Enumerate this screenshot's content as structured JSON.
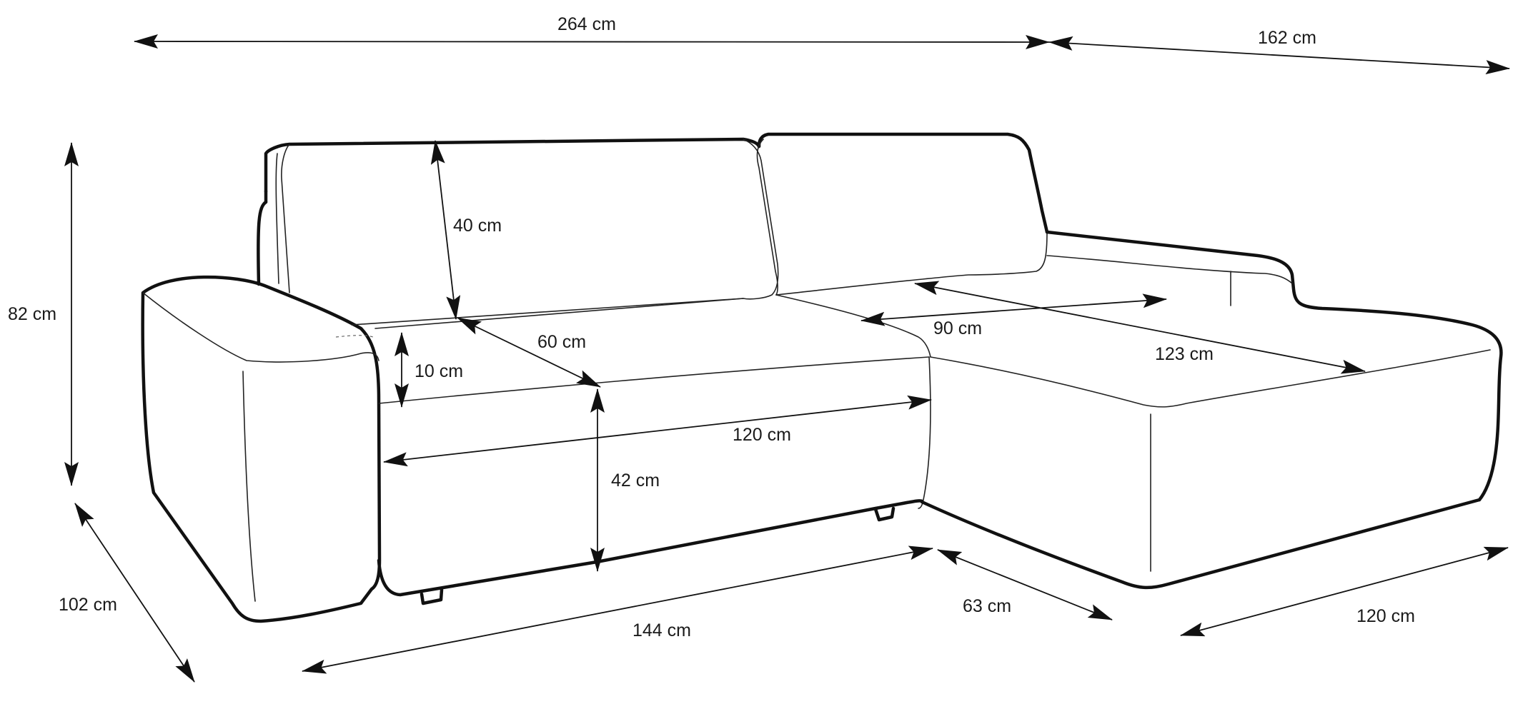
{
  "colors": {
    "line": "#111111",
    "background": "#ffffff"
  },
  "dimensions": {
    "total_width": "264 cm",
    "chaise_length": "162 cm",
    "height": "82 cm",
    "depth": "102 cm",
    "backrest_height": "40 cm",
    "seat_depth": "60 cm",
    "cushion_thickness": "10 cm",
    "seat_height": "42 cm",
    "seat_width": "120 cm",
    "front_width": "144 cm",
    "corner_depth": "63 cm",
    "chaise_width": "120 cm",
    "chaise_seat_width": "90 cm",
    "chaise_seat_depth": "123 cm"
  }
}
